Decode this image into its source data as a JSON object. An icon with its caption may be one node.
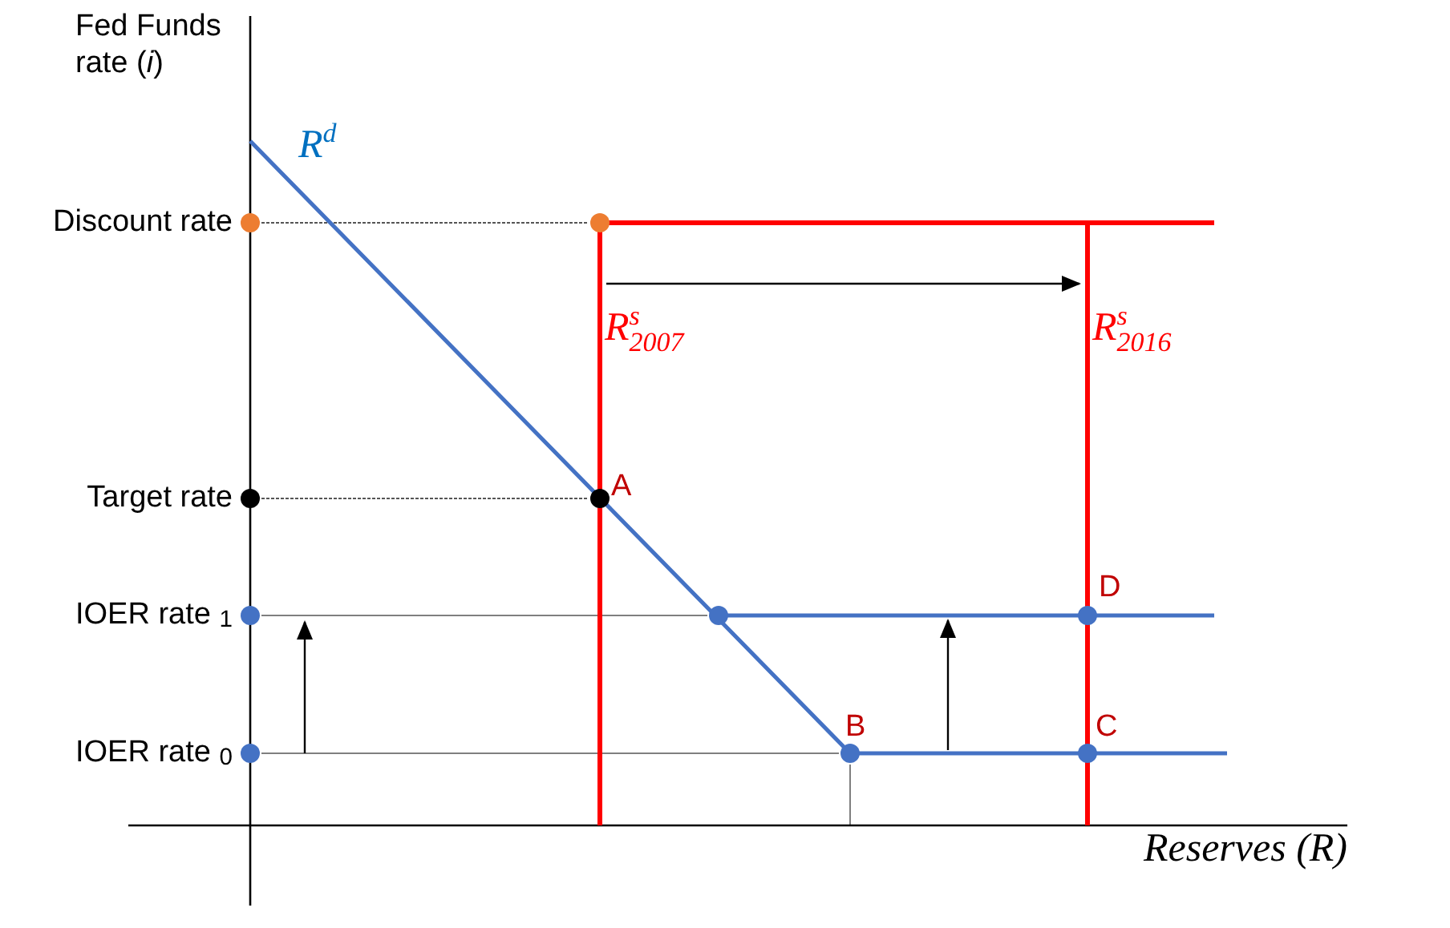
{
  "diagram": {
    "labels": [
      "Fed Funds rate (*i*)",
      "R$^{d}$",
      "Discount rate",
      "R$^{s}$$_{2007}$",
      "R$^{s}$$_{2016}$",
      "Target rate",
      "A",
      "IOER rate $_{1}$",
      "D",
      "IOER rate $_{0}$",
      "B",
      "C",
      "Reserves (R)"
    ]
  }
}
